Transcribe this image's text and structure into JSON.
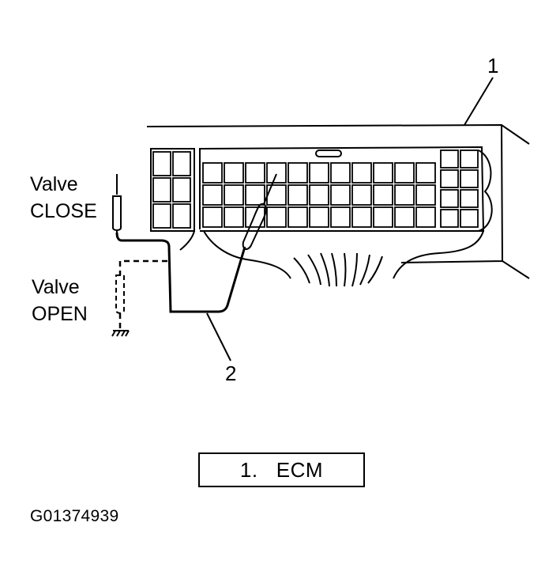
{
  "labels": {
    "valve_close_line1": "Valve",
    "valve_close_line2": "CLOSE",
    "valve_open_line1": "Valve",
    "valve_open_line2": "OPEN",
    "callout_1": "1",
    "callout_2": "2"
  },
  "legend": {
    "number": "1.",
    "text": "ECM"
  },
  "figure_id": "G01374939"
}
